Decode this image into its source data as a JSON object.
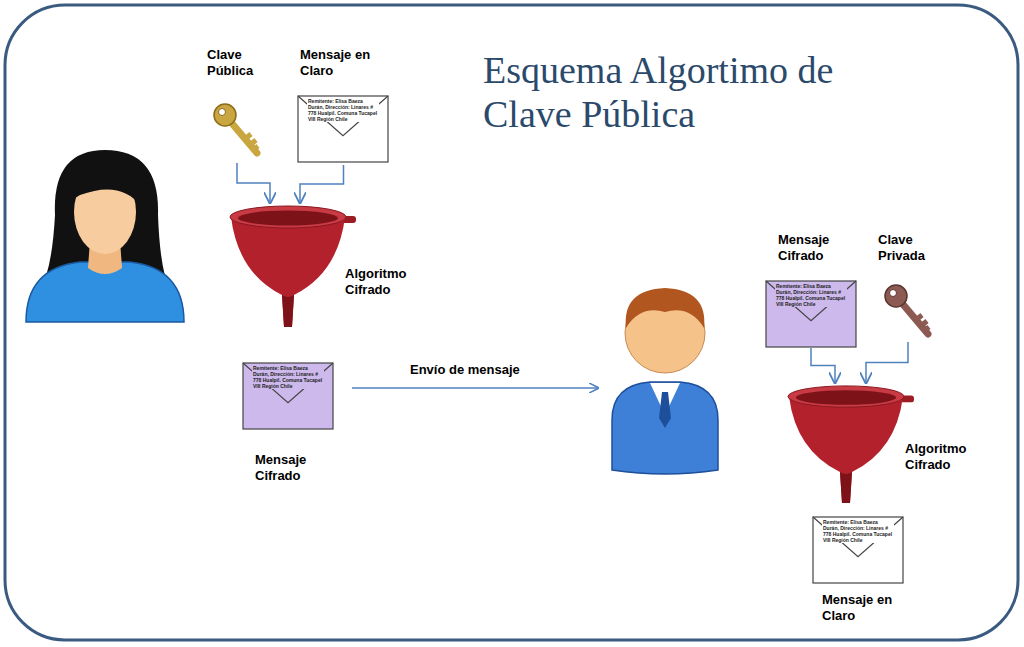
{
  "diagram": {
    "title": "Esquema Algortimo de Clave Pública",
    "nodes": [
      {
        "text": [
          "Clave Pública"
        ]
      },
      {
        "text": [
          "Mensaje en Claro",
          "Remitente: Elisa Baeza Durán, Dirección: Linares # 778 Hualpil. Comuna Tucapel VIII Región Chile"
        ]
      },
      {
        "text": [
          "Algoritmo Cifrado"
        ]
      },
      {
        "text": [
          "Remitente: Elisa Baeza Durán, Dirección: Linares # 778 Hualpil. Comuna Tucapel VIII Región Chile",
          "Mensaje Cifrado"
        ]
      },
      {
        "text": [
          "Mensaje Cifrado",
          "Remitente: Elisa Baeza Durán, Dirección: Linares # 778 Hualpil. Comuna Tucapel VIII Región Chile"
        ]
      },
      {
        "text": [
          "Clave Privada"
        ]
      },
      {
        "text": [
          "Algoritmo Cifrado"
        ]
      },
      {
        "text": [
          "Remitente: Elisa Baeza Durán, Dirección: Linares # 778 Hualpil. Comuna Tucapel VIII Región Chile",
          "Mensaje en Claro"
        ]
      }
    ],
    "edges": [
      {
        "from": 0,
        "to": 2,
        "arrow": "to"
      },
      {
        "from": 1,
        "to": 2,
        "arrow": "to"
      },
      {
        "from": 4,
        "to": 6,
        "arrow": "to"
      },
      {
        "from": 5,
        "to": 6,
        "arrow": "to"
      }
    ],
    "labels": [
      "Envío de mensaje"
    ]
  }
}
